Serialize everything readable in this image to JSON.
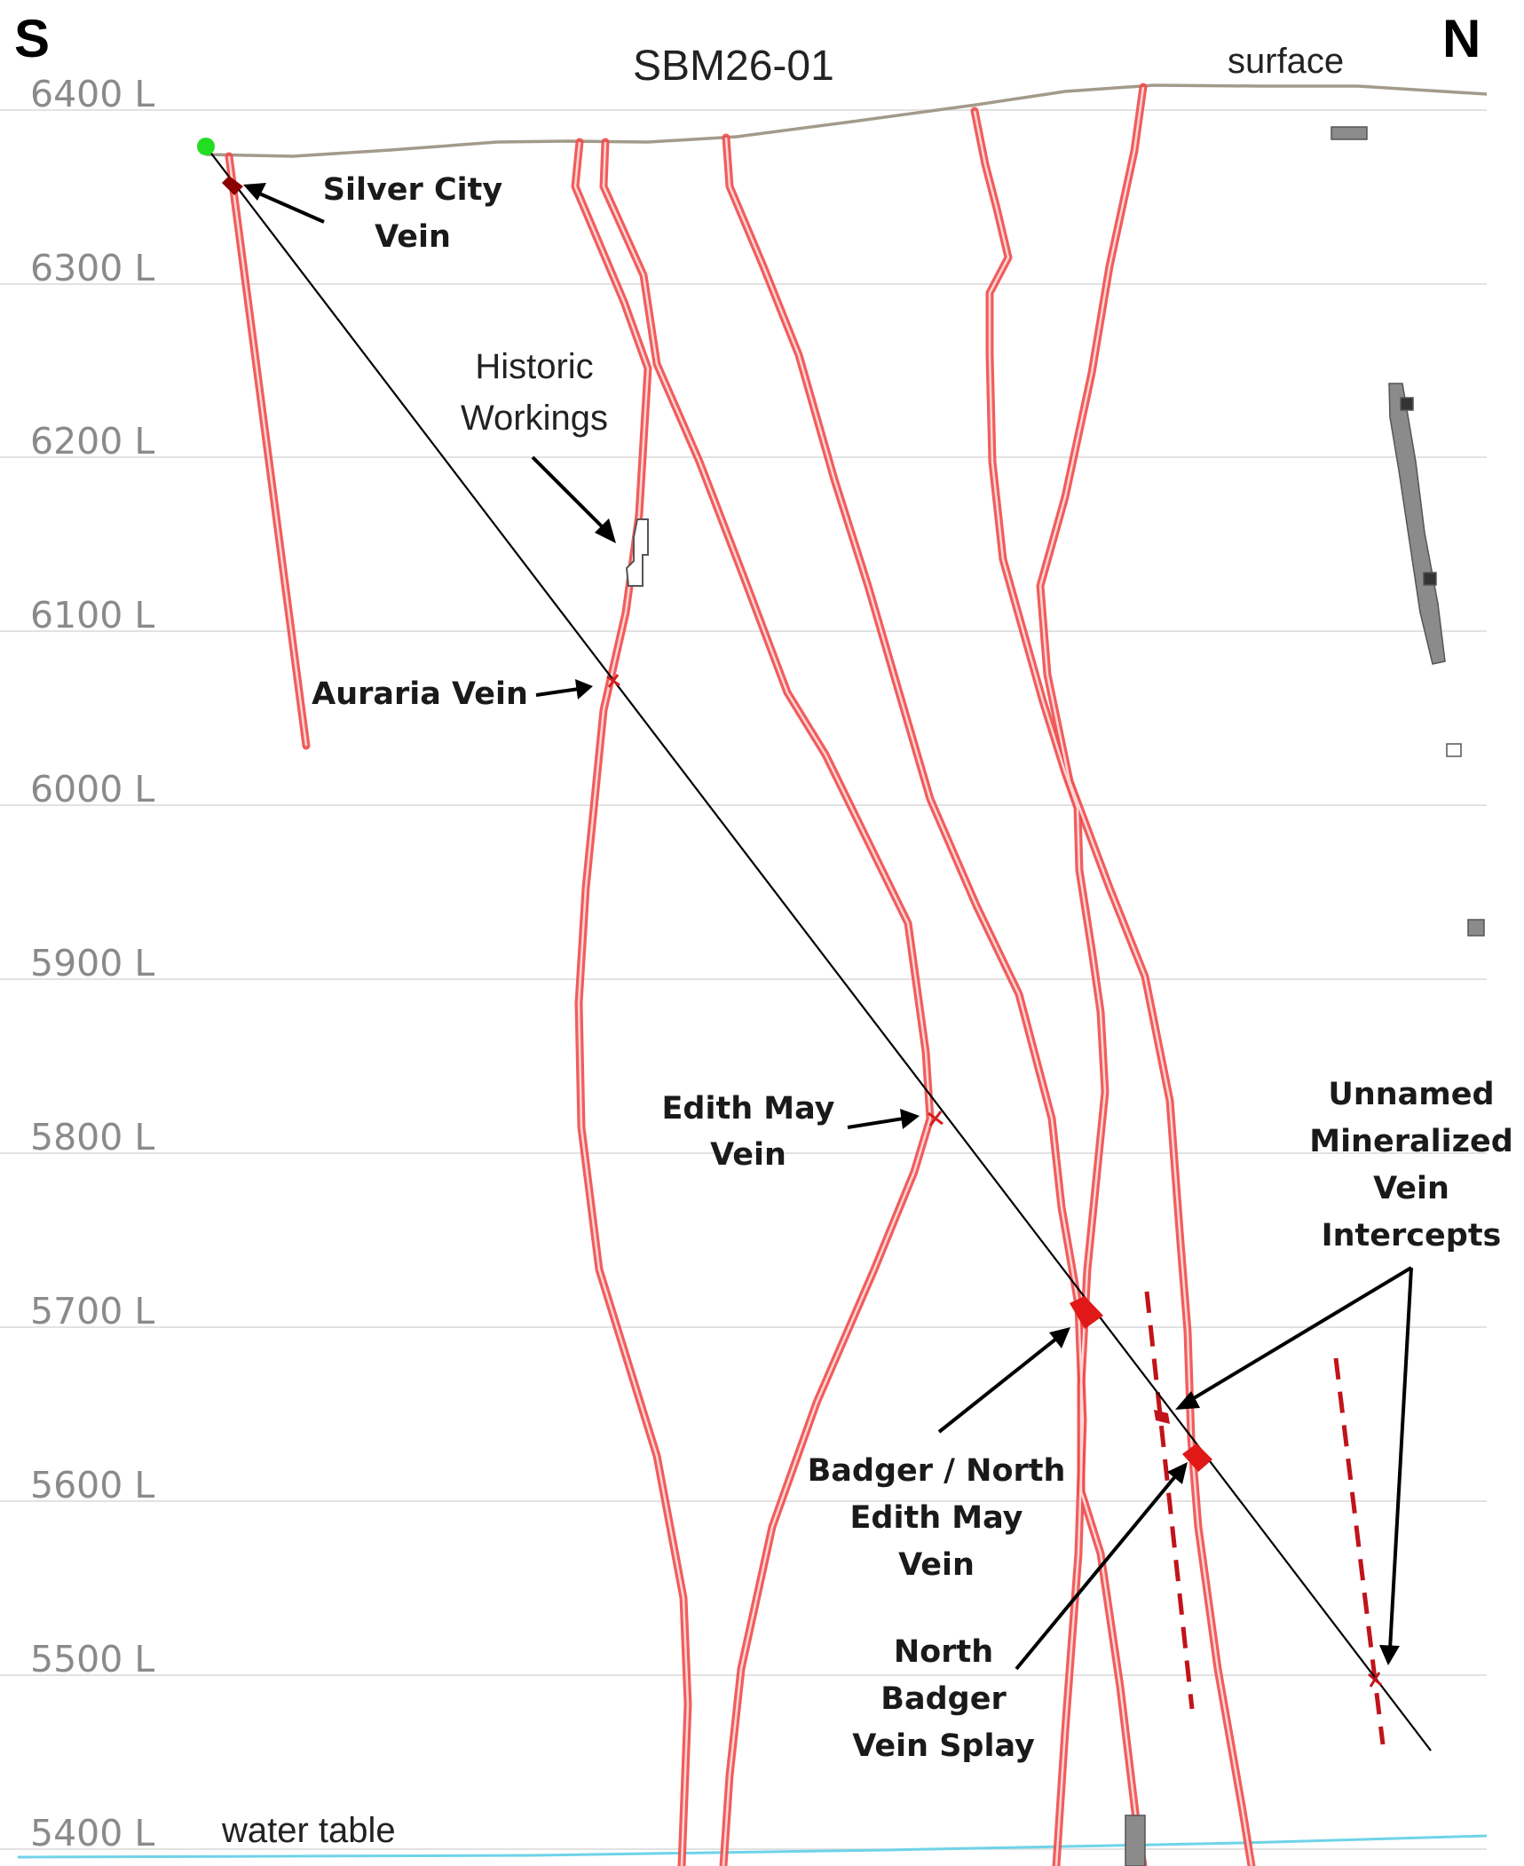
{
  "section": {
    "hole_name": "SBM26-01",
    "south_label": "S",
    "north_label": "N",
    "surface_label": "surface",
    "water_table_label": "water table"
  },
  "levels": [
    "6400 L",
    "6300 L",
    "6200 L",
    "6100 L",
    "6000 L",
    "5900 L",
    "5800 L",
    "5700 L",
    "5600 L",
    "5500 L",
    "5400 L"
  ],
  "annotations": {
    "silver_city": [
      "Silver City",
      "Vein"
    ],
    "historic_workings": [
      "Historic",
      "Workings"
    ],
    "auraria": [
      "Auraria Vein"
    ],
    "edith_may": [
      "Edith May",
      "Vein"
    ],
    "unnamed": [
      "Unnamed",
      "Mineralized",
      "Vein",
      "Intercepts"
    ],
    "badger": [
      "Badger / North",
      "Edith May",
      "Vein"
    ],
    "north_badger": [
      "North",
      "Badger",
      "Vein Splay"
    ]
  },
  "colors": {
    "vein": "#ef4b4b",
    "drillhole": "#000000",
    "collar": "#22dd22",
    "water_table": "#6fd3e8",
    "surface": "#a39a8a",
    "workings": "#777777",
    "unnamed_vein": "#c0141a"
  }
}
